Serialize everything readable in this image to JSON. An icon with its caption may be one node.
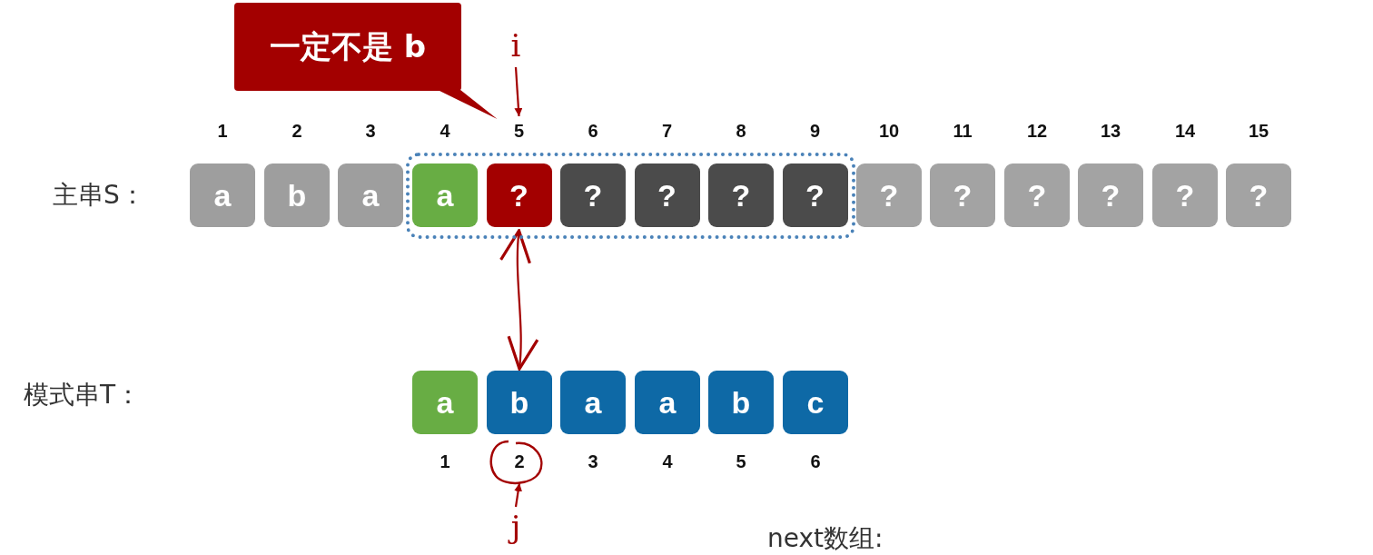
{
  "diagram": {
    "nodes": [
      {
        "text": [
          "一定不是 b"
        ]
      },
      {
        "text": [
          "a"
        ],
        "beside": [
          "1"
        ]
      },
      {
        "text": [
          "b"
        ],
        "beside": [
          "2"
        ]
      },
      {
        "text": [
          "a"
        ],
        "beside": [
          "3"
        ]
      },
      {
        "text": [],
        "shape": "box"
      },
      {
        "text": [
          "a"
        ],
        "beside": [
          "4"
        ],
        "in": 4
      },
      {
        "text": [
          "?"
        ],
        "beside": [
          "5"
        ],
        "in": 4
      },
      {
        "text": [
          "?"
        ],
        "beside": [
          "6"
        ],
        "in": 4
      },
      {
        "text": [
          "?"
        ],
        "beside": [
          "7"
        ],
        "in": 4
      },
      {
        "text": [
          "?"
        ],
        "beside": [
          "8"
        ],
        "in": 4
      },
      {
        "text": [
          "?"
        ],
        "beside": [
          "9"
        ],
        "in": 4
      },
      {
        "text": [
          "?"
        ],
        "beside": [
          "10"
        ]
      },
      {
        "text": [
          "?"
        ],
        "beside": [
          "11"
        ]
      },
      {
        "text": [
          "?"
        ],
        "beside": [
          "12"
        ]
      },
      {
        "text": [
          "?"
        ],
        "beside": [
          "13"
        ]
      },
      {
        "text": [
          "?"
        ],
        "beside": [
          "14"
        ]
      },
      {
        "text": [
          "?"
        ],
        "beside": [
          "15"
        ]
      },
      {
        "text": [
          "i"
        ]
      },
      {
        "text": [
          "a"
        ],
        "beside": [
          "1"
        ]
      },
      {
        "text": [
          "b"
        ],
        "beside": [
          "2"
        ]
      },
      {
        "text": [
          "a"
        ],
        "beside": [
          "3"
        ]
      },
      {
        "text": [
          "a"
        ],
        "beside": [
          "4"
        ]
      },
      {
        "text": [
          "b"
        ],
        "beside": [
          "5"
        ]
      },
      {
        "text": [
          "c"
        ],
        "beside": [
          "6"
        ]
      },
      {
        "text": [
          "j"
        ]
      }
    ],
    "edges": [
      {
        "from": 17,
        "to": 6,
        "arrow": "to"
      },
      {
        "from": 6,
        "to": 19,
        "arrow": "both"
      },
      {
        "from": 24,
        "to": 19,
        "arrow": "to"
      },
      {
        "from": 0,
        "to": 6,
        "arrow": "none"
      }
    ],
    "labels": [
      "主串S：",
      "模式串T：",
      "next数组:"
    ]
  }
}
